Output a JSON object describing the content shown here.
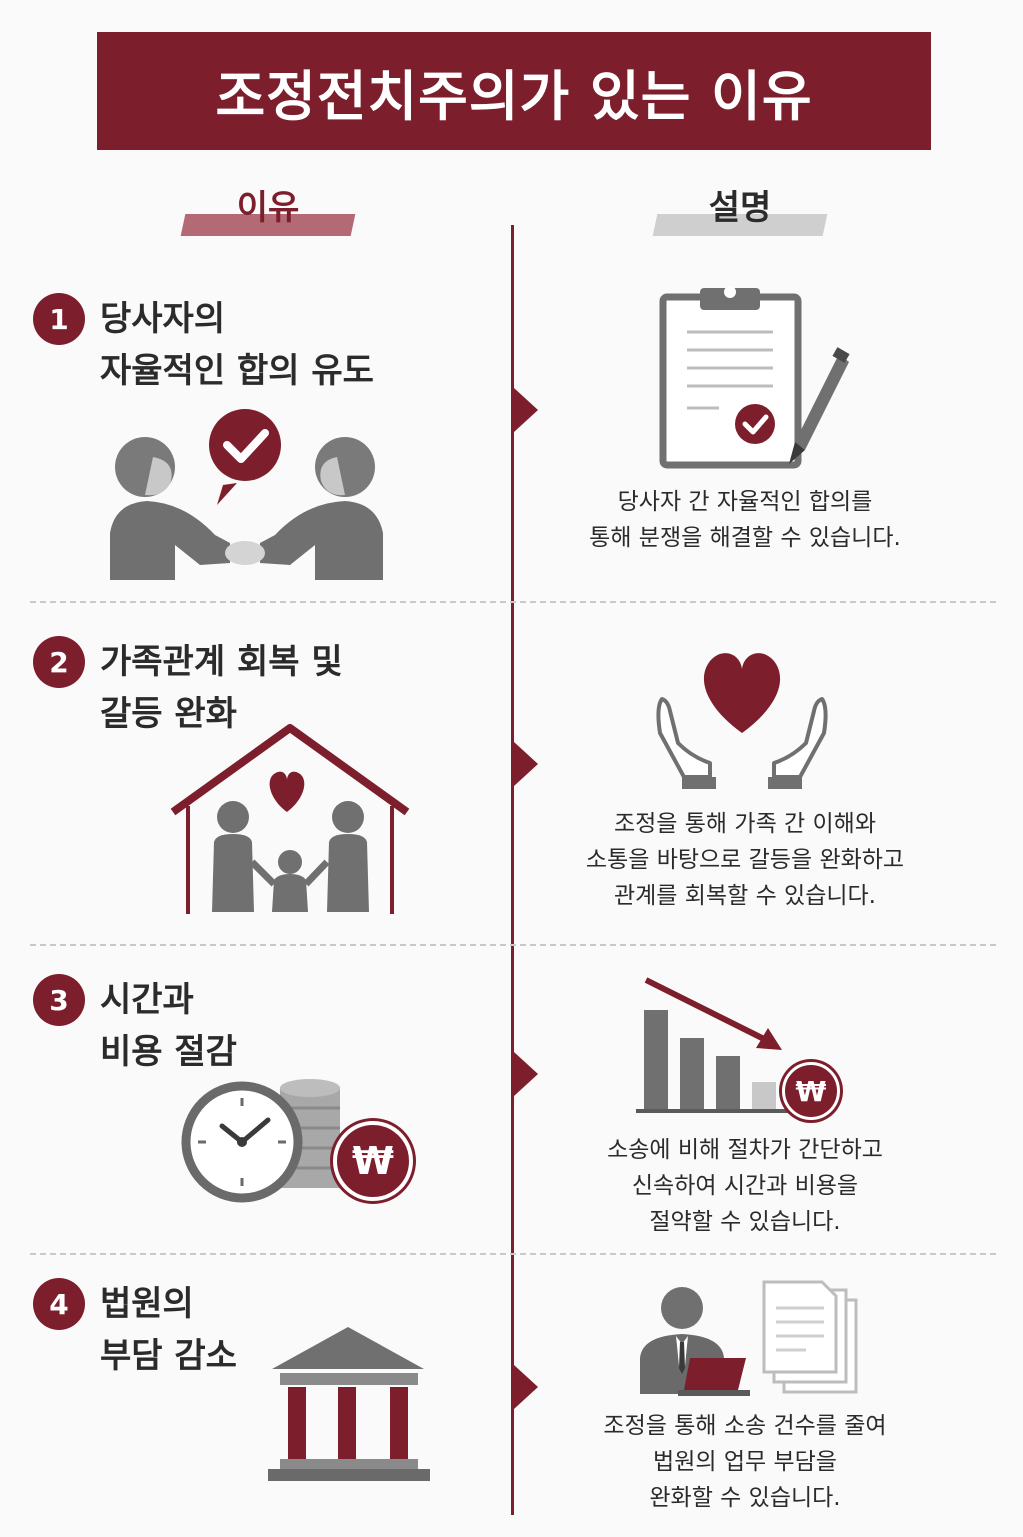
{
  "title": "조정전치주의가 있는 이유",
  "columns": {
    "left": "이유",
    "right": "설명"
  },
  "reasons": [
    {
      "number": "1",
      "heading_line1": "당사자의",
      "heading_line2": "자율적인 합의 유도",
      "desc_line1": "당사자 간 자율적인 합의를",
      "desc_line2": "통해 분쟁을 해결할 수 있습니다.",
      "desc_line3": ""
    },
    {
      "number": "2",
      "heading_line1": "가족관계 회복 및",
      "heading_line2": "갈등 완화",
      "desc_line1": "조정을 통해 가족 간 이해와",
      "desc_line2": "소통을 바탕으로 갈등을 완화하고",
      "desc_line3": "관계를 회복할 수 있습니다."
    },
    {
      "number": "3",
      "heading_line1": "시간과",
      "heading_line2": "비용 절감",
      "desc_line1": "소송에 비해 절차가 간단하고",
      "desc_line2": "신속하여 시간과 비용을",
      "desc_line3": "절약할 수 있습니다."
    },
    {
      "number": "4",
      "heading_line1": "법원의",
      "heading_line2": "부담 감소",
      "desc_line1": "조정을 통해 소송 건수를 줄여",
      "desc_line2": "법원의 업무 부담을",
      "desc_line3": "완화할 수 있습니다."
    }
  ],
  "currency_symbol": "₩",
  "colors": {
    "accent": "#7d1e2c",
    "gray": "#707070",
    "light_gray": "#c8c8c8"
  },
  "icons": [
    "handshake-icon",
    "speech-check-icon",
    "clipboard-check-icon",
    "pen-icon",
    "house-family-icon",
    "heart-hands-icon",
    "clock-icon",
    "coins-icon",
    "won-icon",
    "bar-chart-down-icon",
    "courthouse-icon",
    "worker-laptop-icon",
    "documents-icon"
  ]
}
